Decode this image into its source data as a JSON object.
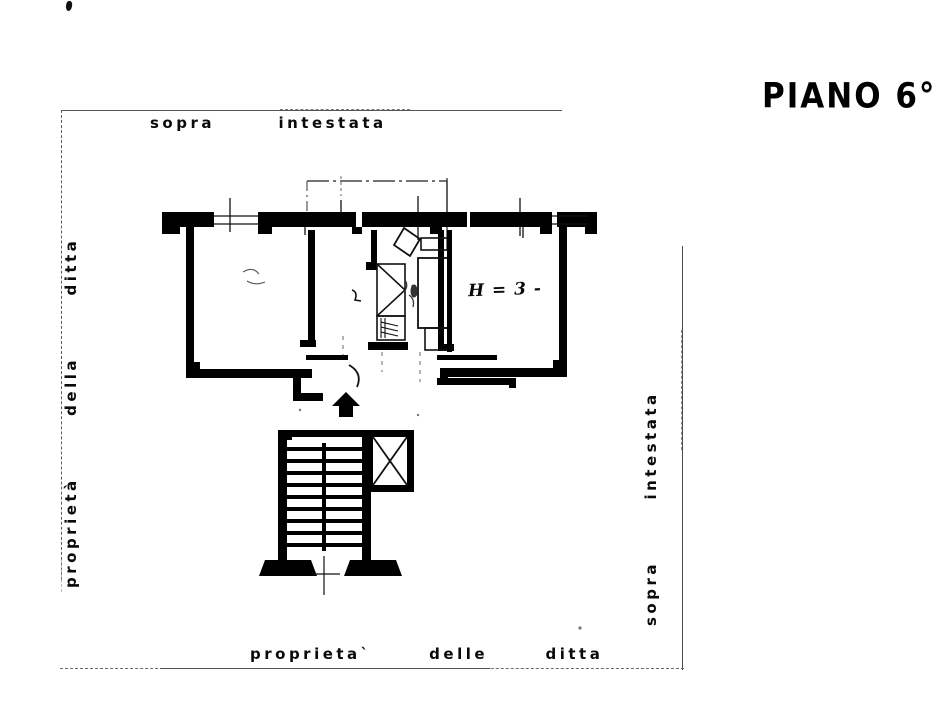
{
  "document": {
    "type": "architectural-floor-plan-scan",
    "title": "PIANO 6°",
    "language": "it"
  },
  "title_stamp": {
    "text": "PIANO  6°"
  },
  "captions": {
    "top": {
      "word1": "sopra",
      "word2": "intestata",
      "full": "sopra intestata"
    },
    "bottom": {
      "word1": "proprieta`",
      "word2": "delle",
      "word3": "ditta",
      "full": "proprieta` delle ditta"
    },
    "left": {
      "word1": "proprietà",
      "word2": "della",
      "word3": "ditta",
      "full": "proprietà della ditta"
    },
    "right": {
      "word1": "sopra",
      "word2": "intestata",
      "full": "sopra intestata"
    }
  },
  "annotations": {
    "ceiling_height": "H = 3 -"
  },
  "colors": {
    "ink": "#000000",
    "paper": "#ffffff",
    "boundary_line": "#5a5a5a",
    "faint_line": "#9a9a9a"
  },
  "plan_elements": {
    "rooms": [
      {
        "name": "left-room",
        "label": ""
      },
      {
        "name": "right-room",
        "label": ""
      },
      {
        "name": "bathroom-core",
        "label": ""
      },
      {
        "name": "corridor",
        "label": ""
      }
    ],
    "fixtures": [
      {
        "name": "bathtub"
      },
      {
        "name": "sink"
      },
      {
        "name": "toilet"
      },
      {
        "name": "radiator"
      }
    ],
    "circulation": [
      {
        "name": "entrance-arrow"
      },
      {
        "name": "staircase"
      },
      {
        "name": "elevator-shaft"
      },
      {
        "name": "door-swing"
      }
    ],
    "stair_treads": 9
  }
}
